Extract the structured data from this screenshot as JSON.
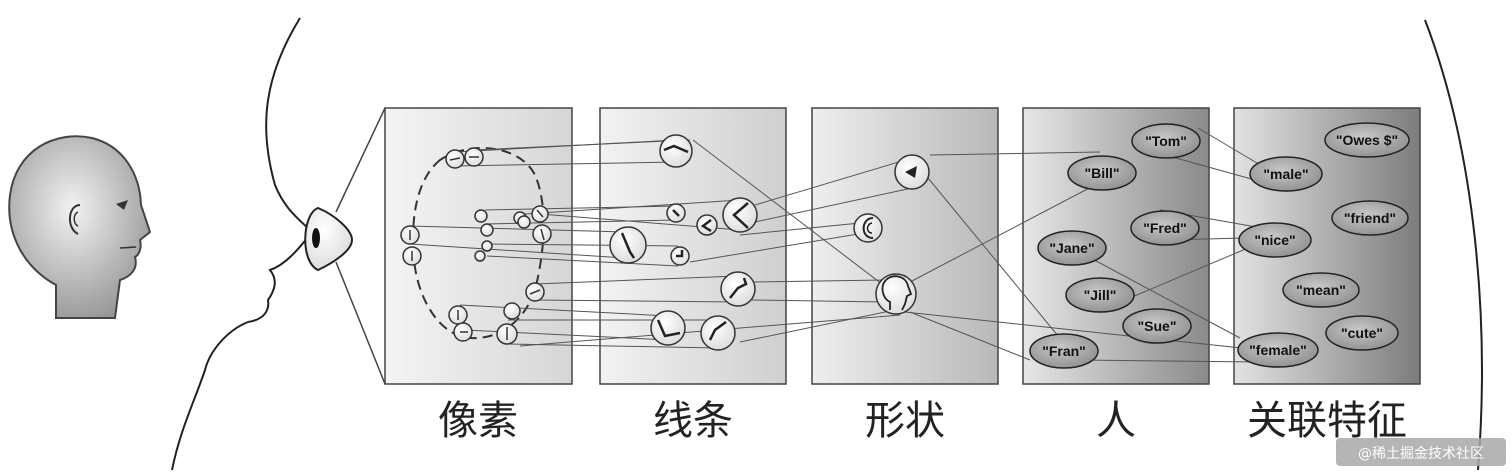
{
  "stage_labels": [
    "像素",
    "线条",
    "形状",
    "人",
    "关联特征"
  ],
  "people": [
    "\"Tom\"",
    "\"Bill\"",
    "\"Fred\"",
    "\"Jane\"",
    "\"Jill\"",
    "\"Sue\"",
    "\"Fran\""
  ],
  "features": [
    "\"Owes $\"",
    "\"male\"",
    "\"friend\"",
    "\"nice\"",
    "\"mean\"",
    "\"cute\"",
    "\"female\""
  ],
  "watermark": "@稀土掘金技术社区"
}
